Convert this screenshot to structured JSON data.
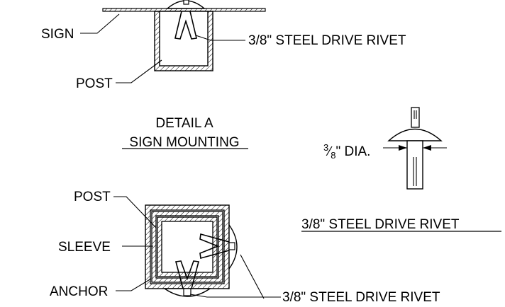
{
  "labels": {
    "sign": "SIGN",
    "post_top": "POST",
    "rivet_top": "3/8\" STEEL DRIVE RIVET",
    "detail_title": "DETAIL A",
    "detail_subtitle": "SIGN MOUNTING",
    "dia_num": "3",
    "dia_den": "8",
    "dia_suffix": "\" DIA.",
    "rivet_detail_title": "3/8\" STEEL DRIVE RIVET",
    "post_bottom": "POST",
    "sleeve": "SLEEVE",
    "anchor": "ANCHOR",
    "rivet_bottom": "3/8\" STEEL DRIVE RIVET"
  }
}
